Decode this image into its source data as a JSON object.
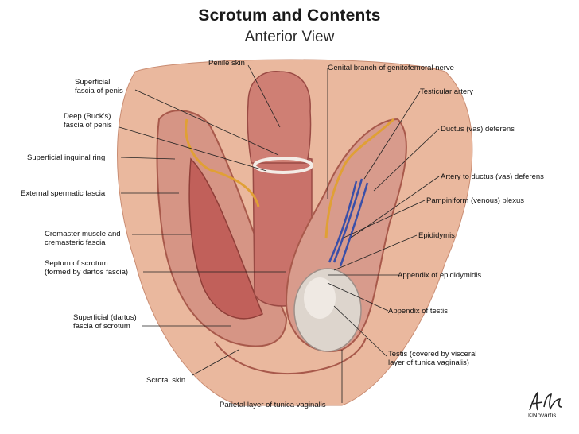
{
  "title": "Scrotum and Contents",
  "subtitle": "Anterior View",
  "labels": {
    "penile_skin": "Penile skin",
    "superficial_fascia_penis": [
      "Superficial",
      "fascia of penis"
    ],
    "deep_bucks_fascia": [
      "Deep (Buck's)",
      "fascia of penis"
    ],
    "superficial_inguinal_ring": "Superficial inguinal ring",
    "external_spermatic_fascia": "External spermatic fascia",
    "cremaster": [
      "Cremaster muscle and",
      "cremasteric fascia"
    ],
    "septum_scrotum": [
      "Septum of scrotum",
      "(formed by dartos fascia)"
    ],
    "dartos_fascia": [
      "Superficial (dartos)",
      "fascia of scrotum"
    ],
    "scrotal_skin": "Scrotal skin",
    "parietal_layer": "Parietal layer of tunica vaginalis",
    "genital_branch": "Genital branch of genitofemoral nerve",
    "testicular_artery": "Testicular artery",
    "ductus_deferens": "Ductus (vas) deferens",
    "artery_to_ductus": "Artery to ductus (vas) deferens",
    "pampiniform": "Pampiniform (venous) plexus",
    "epididymis": "Epididymis",
    "appendix_epididymidis": "Appendix of epididymidis",
    "appendix_testis": "Appendix of testis",
    "testis": [
      "Testis (covered by visceral",
      "layer of tunica vaginalis)"
    ]
  },
  "copyright": "©Novartis",
  "colors": {
    "skin": "#e8b59a",
    "flesh": "#c96e5e",
    "tissue": "#d9998a",
    "nerve": "#e0a035",
    "vein": "#3a4fa8",
    "testis": "#dcd4cc"
  }
}
